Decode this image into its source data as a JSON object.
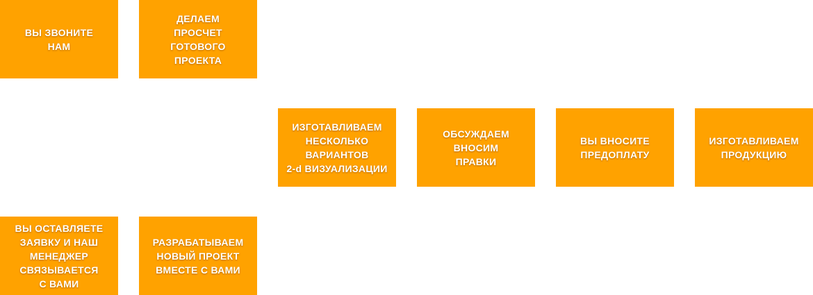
{
  "colors": {
    "box": "#ffa200",
    "text": "#ffffff"
  },
  "steps": [
    {
      "label": "ВЫ ЗВОНИТЕ\nНАМ"
    },
    {
      "label": "ДЕЛАЕМ\nПРОСЧЕТ\nГОТОВОГО\nПРОЕКТА"
    },
    {
      "label": "ИЗГОТАВЛИВАЕМ\nНЕСКОЛЬКО\nВАРИАНТОВ\n2-d ВИЗУАЛИЗАЦИИ"
    },
    {
      "label": "ОБСУЖДАЕМ\nВНОСИМ\nПРАВКИ"
    },
    {
      "label": "ВЫ ВНОСИТЕ\nПРЕДОПЛАТУ"
    },
    {
      "label": "ИЗГОТАВЛИВАЕМ\nПРОДУКЦИЮ"
    },
    {
      "label": "ВЫ ОСТАВЛЯЕТЕ\nЗАЯВКУ И НАШ\nМЕНЕДЖЕР\nСВЯЗЫВАЕТСЯ\nС ВАМИ"
    },
    {
      "label": "РАЗРАБАТЫВАЕМ\nНОВЫЙ ПРОЕКТ\nВМЕСТЕ С ВАМИ"
    }
  ]
}
